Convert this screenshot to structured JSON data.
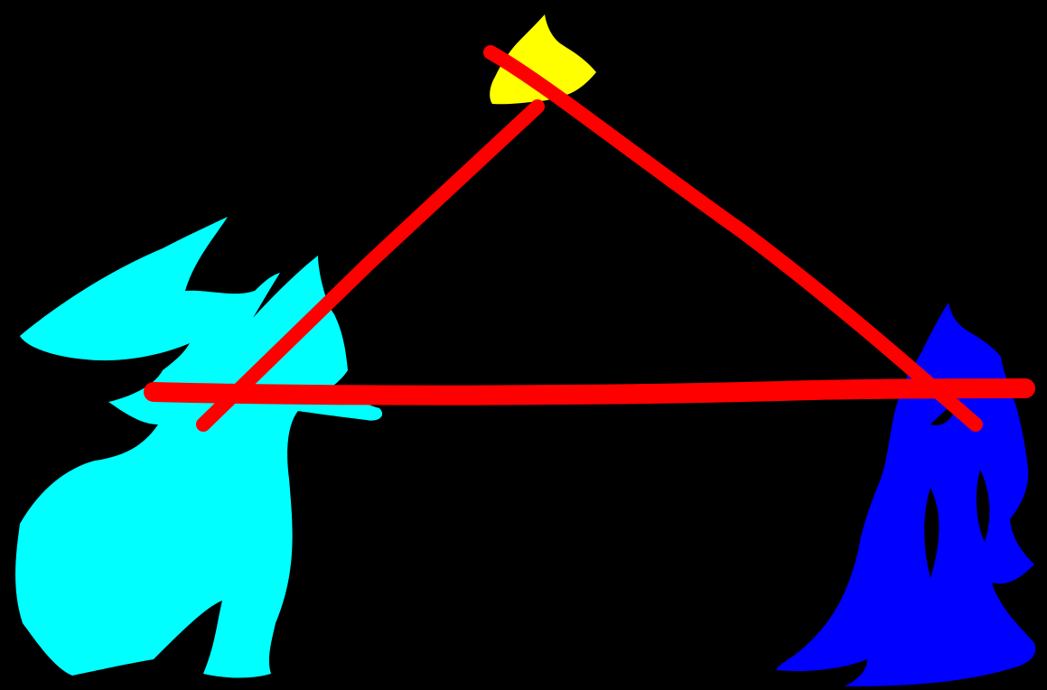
{
  "canvas": {
    "background": "#000000"
  },
  "shapes": {
    "cyan_blob": {
      "name": "cyan-splash-shape",
      "color": "#00ffff"
    },
    "blue_blob": {
      "name": "blue-splash-shape",
      "color": "#0000ff"
    },
    "yellow_blob": {
      "name": "yellow-splash-shape",
      "color": "#ffff00"
    }
  },
  "strokes": {
    "color": "#ff0000",
    "items": [
      {
        "name": "red-stroke-left-diagonal"
      },
      {
        "name": "red-stroke-right-diagonal"
      },
      {
        "name": "red-stroke-horizontal"
      }
    ]
  }
}
